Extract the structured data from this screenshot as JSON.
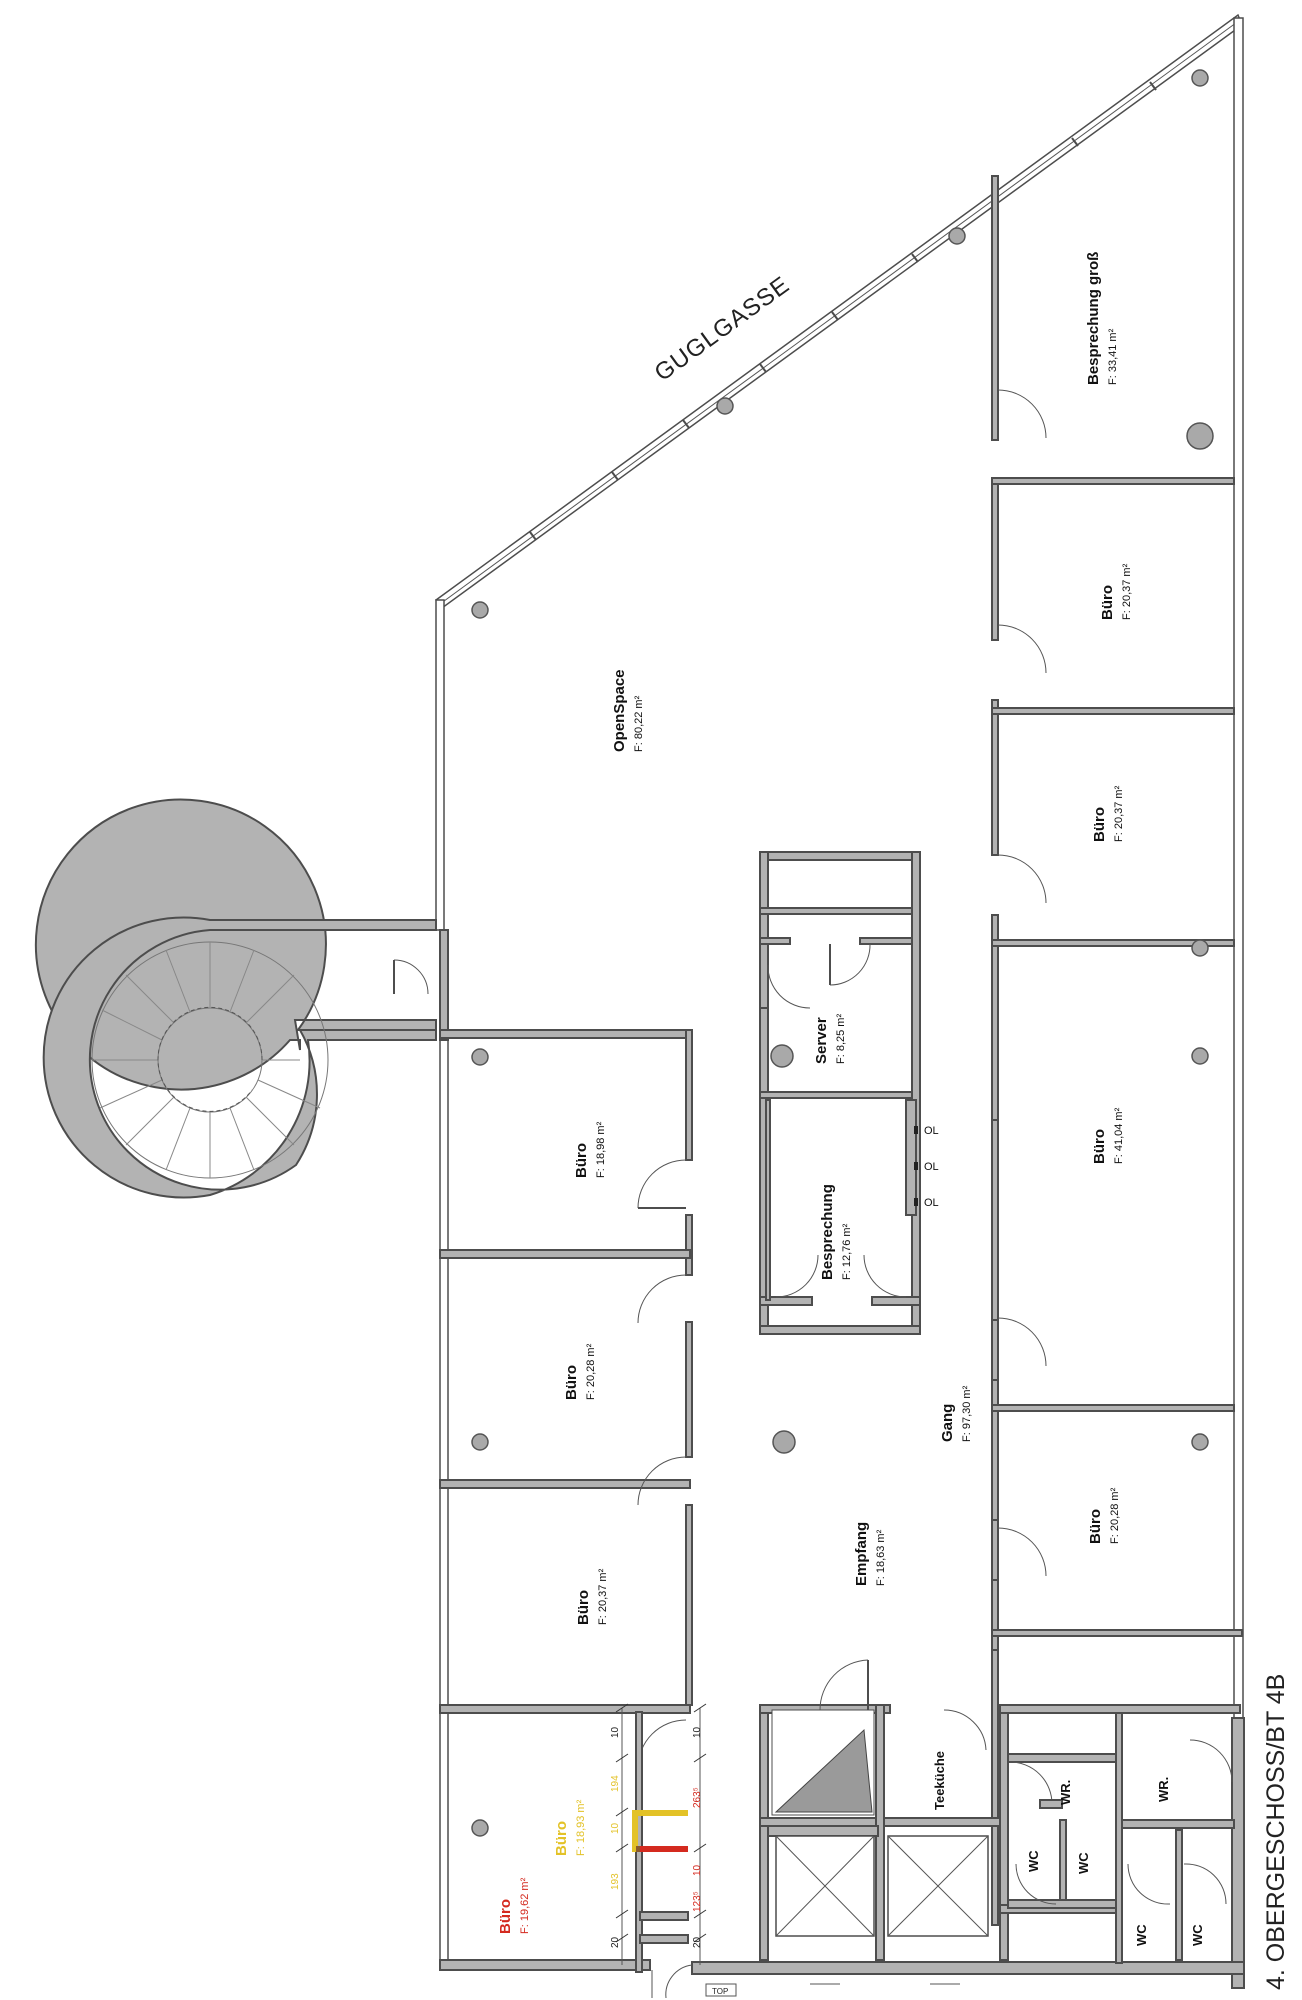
{
  "street_label": "GUGLGASSE",
  "floor_label": "4. OBERGESCHOSS/BT 4B",
  "rooms": {
    "openspace": {
      "name": "OpenSpace",
      "area": "F: 80,22 m²"
    },
    "besprechung_gross": {
      "name": "Besprechung groß",
      "area": "F: 33,41 m²"
    },
    "buero_right_1": {
      "name": "Büro",
      "area": "F: 20,37 m²"
    },
    "buero_right_2": {
      "name": "Büro",
      "area": "F: 20,37 m²"
    },
    "buero_right_3": {
      "name": "Büro",
      "area": "F: 41,04 m²"
    },
    "buero_right_4": {
      "name": "Büro",
      "area": "F: 20,28 m²"
    },
    "server": {
      "name": "Server",
      "area": "F: 8,25 m²"
    },
    "besprechung": {
      "name": "Besprechung",
      "area": "F: 12,76 m²"
    },
    "gang": {
      "name": "Gang",
      "area": "F: 97,30 m²"
    },
    "empfang": {
      "name": "Empfang",
      "area": "F: 18,63 m²"
    },
    "buero_left_1": {
      "name": "Büro",
      "area": "F: 18,98 m²"
    },
    "buero_left_2": {
      "name": "Büro",
      "area": "F: 20,28 m²"
    },
    "buero_left_3": {
      "name": "Büro",
      "area": "F: 20,37 m²"
    },
    "buero_red": {
      "name": "Büro",
      "area": "F: 19,62 m²"
    },
    "buero_yellow": {
      "name": "Büro",
      "area": "F: 18,93 m²"
    },
    "teekueche": {
      "name": "Teeküche"
    },
    "wr_1": {
      "name": "WR."
    },
    "wr_2": {
      "name": "WR."
    },
    "wc_1": {
      "name": "WC"
    },
    "wc_2": {
      "name": "WC"
    },
    "wc_3": {
      "name": "WC"
    },
    "wc_4": {
      "name": "WC"
    }
  },
  "ol_labels": [
    "OL",
    "OL",
    "OL"
  ],
  "dimensions": {
    "d10_a": "10",
    "d10_b": "10",
    "d194": "194",
    "d10_y": "10",
    "d193": "193",
    "d263": "263⁵",
    "d10_r": "10",
    "d123": "123⁵",
    "d20_a": "20",
    "d20_b": "20"
  },
  "stair_label": "TOP",
  "colors": {
    "red_office": "#d42a1f",
    "yellow_office": "#e3c227",
    "wall_fill": "#b3b3b3"
  }
}
